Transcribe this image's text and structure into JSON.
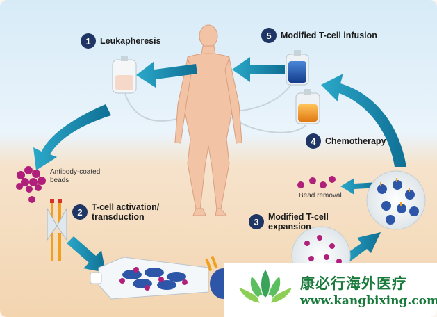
{
  "steps": [
    {
      "num": "1",
      "label": "Leukapheresis"
    },
    {
      "num": "2",
      "label": "T-cell activation/\ntransduction"
    },
    {
      "num": "3",
      "label": "Modified T-cell\nexpansion"
    },
    {
      "num": "4",
      "label": "Chemotherapy"
    },
    {
      "num": "5",
      "label": "Modified T-cell infusion"
    }
  ],
  "annotations": {
    "beads": "Antibody-coated\nbeads",
    "bead_removal": "Bead removal"
  },
  "watermark": {
    "name_cn": "康必行海外医疗",
    "url": "www.kangbixing.com"
  },
  "colors": {
    "arrow": "#1b8fb0",
    "badge": "#1f3563",
    "bead": "#b0207a",
    "skin": "#f2c3a5",
    "brand": "#1a7a3c"
  }
}
